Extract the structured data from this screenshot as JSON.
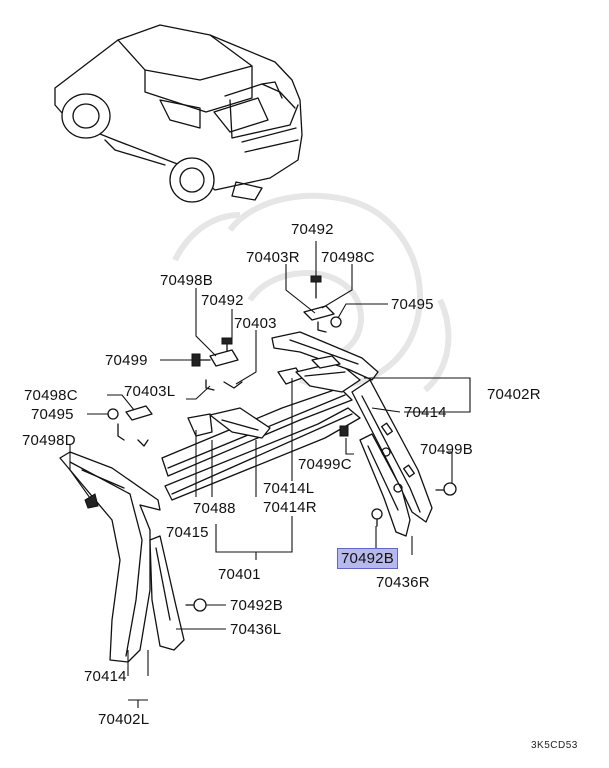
{
  "labels": {
    "l_70492_top": "70492",
    "l_70403R": "70403R",
    "l_70498C_top": "70498C",
    "l_70498B": "70498B",
    "l_70495_top": "70495",
    "l_70492_mid": "70492",
    "l_70403": "70403",
    "l_70499": "70499",
    "l_70498C_left": "70498C",
    "l_70403L": "70403L",
    "l_70402R": "70402R",
    "l_70495_left": "70495",
    "l_70414_right": "70414",
    "l_70498D": "70498D",
    "l_70499B": "70499B",
    "l_70499C": "70499C",
    "l_70414L": "70414L",
    "l_70488": "70488",
    "l_70414R": "70414R",
    "l_70415": "70415",
    "l_70492B_sel": "70492B",
    "l_70436R": "70436R",
    "l_70401": "70401",
    "l_70492B": "70492B",
    "l_70436L": "70436L",
    "l_70414_bottom": "70414",
    "l_70402L": "70402L"
  },
  "diagram_code": "3K5CD53",
  "highlight_color": "#b7b9ec"
}
